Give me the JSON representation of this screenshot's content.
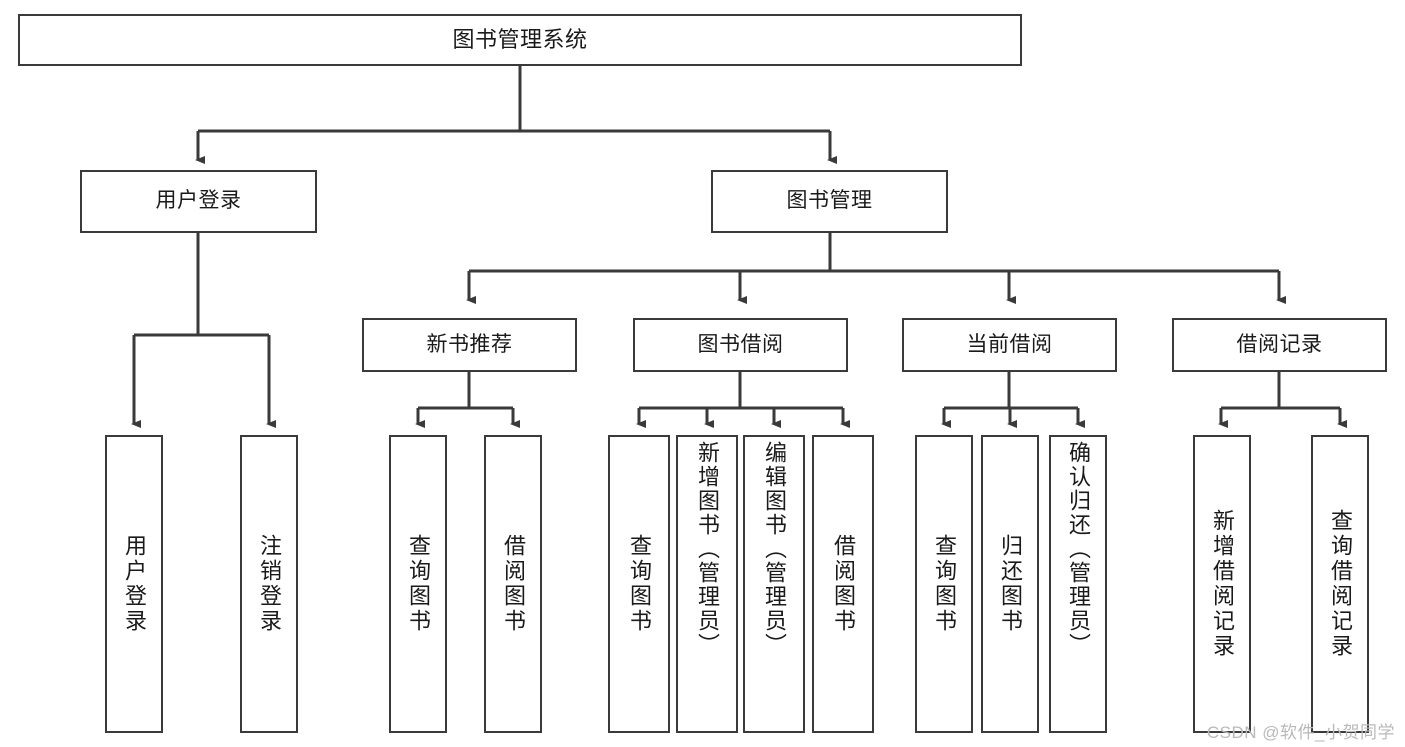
{
  "diagram": {
    "type": "tree",
    "title": "图书管理系统",
    "watermark": "CSDN @软件_小贺同学",
    "root": {
      "id": "root",
      "label": "图书管理系统"
    },
    "level2": [
      {
        "id": "user-login",
        "label": "用户登录"
      },
      {
        "id": "book-manage",
        "label": "图书管理"
      }
    ],
    "level3": [
      {
        "id": "new-book-recommend",
        "label": "新书推荐",
        "parent": "book-manage"
      },
      {
        "id": "book-borrow",
        "label": "图书借阅",
        "parent": "book-manage"
      },
      {
        "id": "current-borrow",
        "label": "当前借阅",
        "parent": "book-manage"
      },
      {
        "id": "borrow-record",
        "label": "借阅记录",
        "parent": "book-manage"
      }
    ],
    "leaves": [
      {
        "id": "leaf-user-login",
        "label": "用户登录",
        "parent": "user-login"
      },
      {
        "id": "leaf-user-logout",
        "label": "注销登录",
        "parent": "user-login"
      },
      {
        "id": "leaf-query-book-1",
        "label": "查询图书",
        "parent": "new-book-recommend"
      },
      {
        "id": "leaf-borrow-book-1",
        "label": "借阅图书",
        "parent": "new-book-recommend"
      },
      {
        "id": "leaf-query-book-2",
        "label": "查询图书",
        "parent": "book-borrow"
      },
      {
        "id": "leaf-add-book",
        "label": "新增图书（管理员）",
        "parent": "book-borrow"
      },
      {
        "id": "leaf-edit-book",
        "label": "编辑图书（管理员）",
        "parent": "book-borrow"
      },
      {
        "id": "leaf-borrow-book-2",
        "label": "借阅图书",
        "parent": "book-borrow"
      },
      {
        "id": "leaf-query-book-3",
        "label": "查询图书",
        "parent": "current-borrow"
      },
      {
        "id": "leaf-return-book",
        "label": "归还图书",
        "parent": "current-borrow"
      },
      {
        "id": "leaf-confirm-return",
        "label": "确认归还（管理员）",
        "parent": "current-borrow"
      },
      {
        "id": "leaf-add-record",
        "label": "新增借阅记录",
        "parent": "borrow-record"
      },
      {
        "id": "leaf-query-record",
        "label": "查询借阅记录",
        "parent": "borrow-record"
      }
    ],
    "colors": {
      "stroke": "#3a3a3a",
      "fill": "#ffffff",
      "text": "#1a1a1a",
      "watermark": "#b9b9b9"
    }
  }
}
